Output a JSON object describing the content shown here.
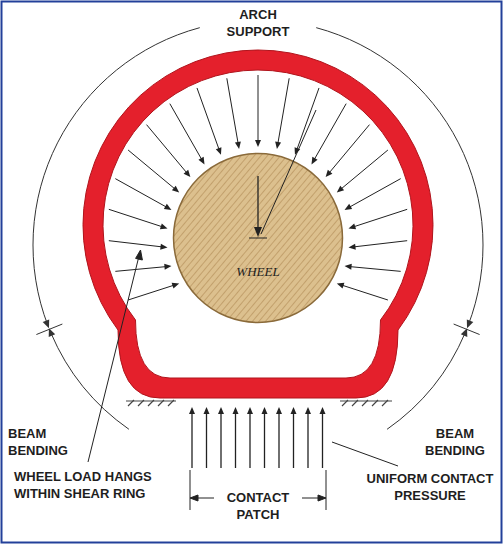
{
  "diagram": {
    "nodes": [
      {
        "text": [
          "WHEEL"
        ]
      }
    ],
    "labels": [
      "ARCH SUPPORT",
      "BEAM BENDING",
      "BEAM BENDING",
      "WHEEL LOAD HANGS WITHIN SHEAR RING",
      "CONTACT PATCH",
      "UNIFORM CONTACT PRESSURE"
    ]
  }
}
